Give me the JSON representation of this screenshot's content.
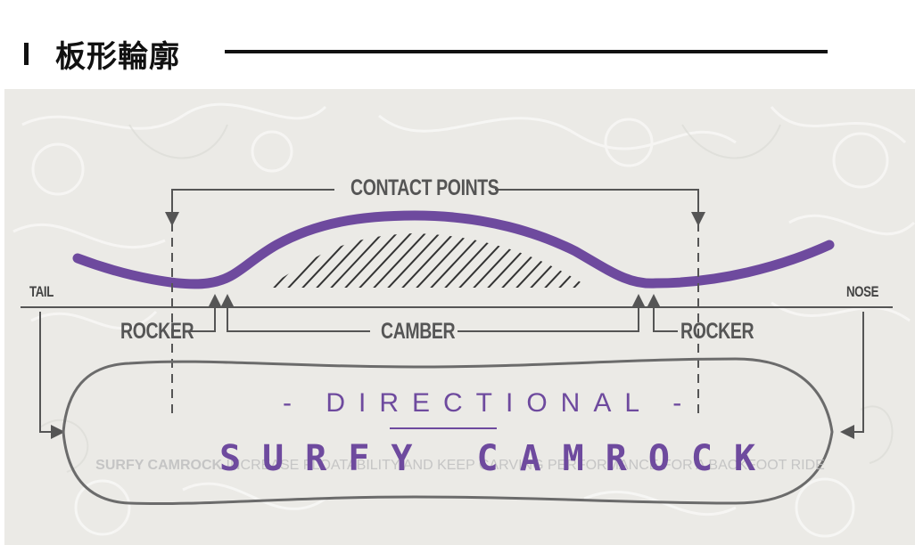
{
  "header": {
    "title": "板形輪廓"
  },
  "diagram": {
    "contact_points_label": "CONTACT POINTS",
    "tail_label": "TAIL",
    "nose_label": "NOSE",
    "rocker_left_label": "ROCKER",
    "camber_label": "CAMBER",
    "rocker_right_label": "ROCKER",
    "shape_label": "- DIRECTIONAL -",
    "profile_name": "SURFY CAMROCK"
  },
  "description": {
    "title": "SURFY CAMROCK",
    "text": " INCREASE FLOATABILITY AND KEEP CARVING PERFORMANCE FOR A BACKFOOT RIDE"
  },
  "colors": {
    "accent": "#6e4a9e",
    "line": "#555555",
    "panel_bg": "#ebeae6"
  }
}
